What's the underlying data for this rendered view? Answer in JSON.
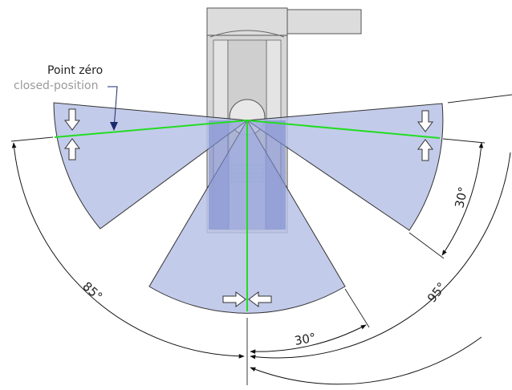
{
  "labels": {
    "zero_point": "Point zéro",
    "closed_position": "closed-position"
  },
  "angles": {
    "left_total": "85°",
    "right_total": "95°",
    "bottom": "30°",
    "right_side": "30°"
  },
  "colors": {
    "sector_fill": "#b9c2e6",
    "sector_stroke": "#333333",
    "axis_green": "#22dd22",
    "hinge_grey": "#d6d6d6",
    "overlap_blue": "#7f8fd0"
  },
  "icons": {
    "pinch": "pinch-arrows-icon",
    "pointer": "pointer-arrow-icon"
  }
}
